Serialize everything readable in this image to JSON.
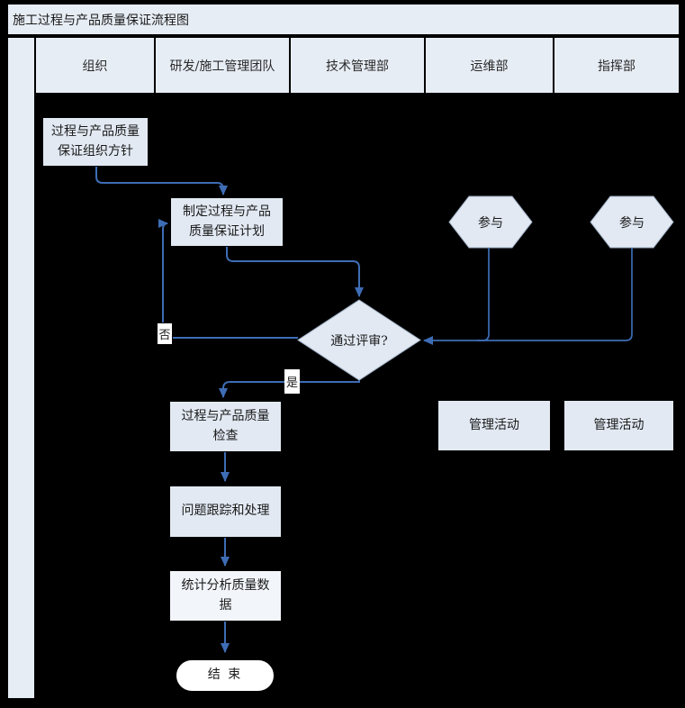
{
  "title": "施工过程与产品质量保证流程图",
  "columns": [
    "组织",
    "研发/施工管理团队",
    "技术管理部",
    "运维部",
    "指挥部"
  ],
  "flow": {
    "box_policy": "过程与产品质量保证组织方针",
    "box_plan": "制定过程与产品质量保证计划",
    "hex_participate_left": "参与",
    "hex_participate_right": "参与",
    "decision_review": "通过评审?",
    "label_no": "否",
    "label_yes": "是",
    "box_inspection": "过程与产品质量检查",
    "box_mgmt_left": "管理活动",
    "box_mgmt_right": "管理活动",
    "box_tracking": "问题跟踪和处理",
    "box_stats": "统计分析质量数据",
    "end_node": "结 束"
  },
  "colors": {
    "background": "#000000",
    "cell_fill": "#E7EDF5",
    "box_fill": "#E2E9F3",
    "stats_fill": "#F2F5FA",
    "end_fill": "#FFFFFF",
    "connector": "#3E6DB5"
  }
}
